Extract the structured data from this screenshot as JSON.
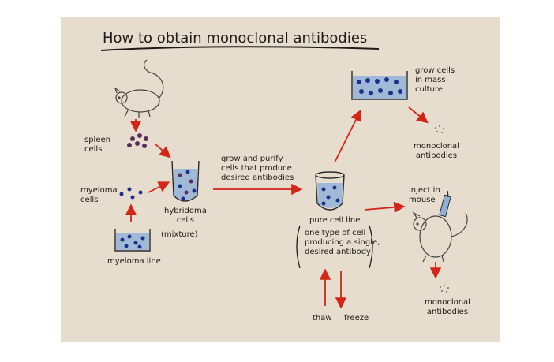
{
  "diagram": {
    "title": "How to obtain monoclonal antibodies",
    "labels": {
      "spleen_cells": "spleen\ncells",
      "myeloma_cells": "myeloma\ncells",
      "myeloma_line": "myeloma line",
      "hybridoma_cells": "hybridoma\ncells",
      "mixture": "(mixture)",
      "grow_purify": "grow and purify\ncells that produce\ndesired antibodies",
      "pure_cell_line": "pure cell line",
      "one_type": "one type of cell\nproducing a single,\ndesired antibody",
      "grow_mass": "grow cells\nin mass\nculture",
      "monoclonal_top": "monoclonal\nantibodies",
      "inject_mouse": "inject in\nmouse",
      "monoclonal_bottom": "monoclonal\nantibodies",
      "thaw": "thaw",
      "freeze": "freeze"
    },
    "colors": {
      "paper": "#e6ddce",
      "ink": "#1e1b19",
      "arrow": "#d32518",
      "cell_purple": "#5b2d5e",
      "cell_blue": "#1f2f8c",
      "liquid": "#8fb0d9",
      "dish_outline": "#2b2b2b",
      "backdrop": "#ffffff"
    }
  }
}
